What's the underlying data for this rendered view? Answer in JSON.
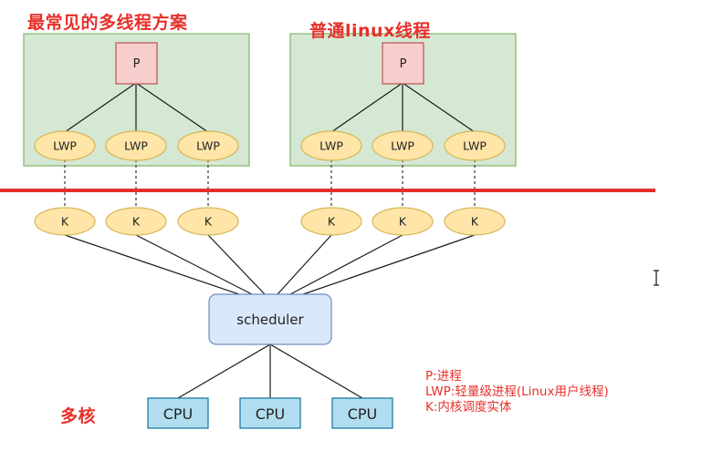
{
  "titles": {
    "left_group": "最常见的多线程方案",
    "right_group": "普通linux线程",
    "multicore": "多核"
  },
  "labels": {
    "process": "P",
    "lwp": "LWP",
    "kernel": "K",
    "scheduler": "scheduler",
    "cpu": "CPU"
  },
  "legend": [
    "P:进程",
    "LWP:轻量级进程(Linux用户线程)",
    "K:内核调度实体"
  ],
  "colors": {
    "title_red": "#e8302a",
    "divider_red": "#e3302e",
    "group_fill": "#d5e8d4",
    "group_stroke": "#82b366",
    "process_fill": "#f8cecc",
    "process_stroke": "#b85450",
    "ellipse_fill": "#ffe6a8",
    "ellipse_stroke": "#d6b656",
    "scheduler_fill": "#dae8fc",
    "scheduler_stroke": "#6c8ebf",
    "cpu_fill": "#b1ddf0",
    "cpu_stroke": "#10739e"
  }
}
